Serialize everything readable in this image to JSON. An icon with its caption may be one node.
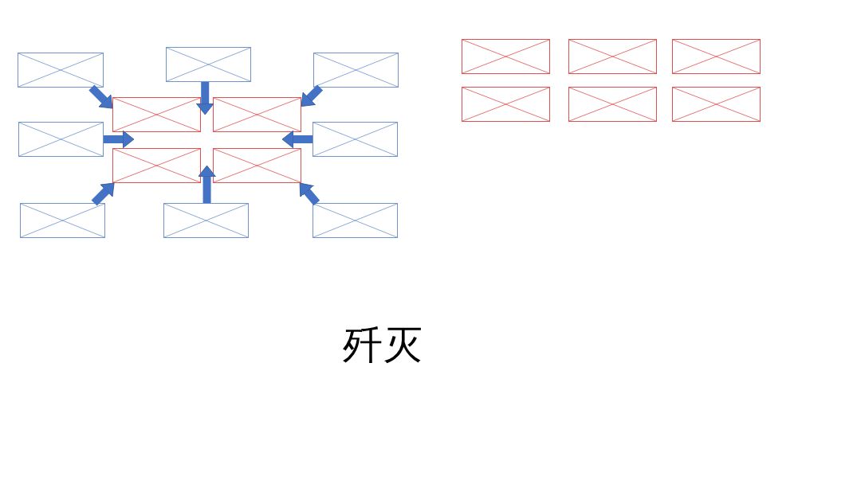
{
  "diagram": {
    "nodes": [
      {
        "text": [],
        "shape": "box"
      },
      {
        "text": [],
        "shape": "box"
      },
      {
        "text": [],
        "shape": "box"
      },
      {
        "text": [],
        "shape": "box"
      },
      {
        "text": [],
        "shape": "box"
      },
      {
        "text": [],
        "shape": "box"
      },
      {
        "text": [],
        "shape": "box"
      },
      {
        "text": [],
        "shape": "box"
      },
      {
        "text": [],
        "shape": "box"
      },
      {
        "text": [],
        "shape": "box"
      },
      {
        "text": [],
        "shape": "box"
      },
      {
        "text": [],
        "shape": "box"
      },
      {
        "text": [],
        "shape": "box"
      },
      {
        "text": [],
        "shape": "box"
      },
      {
        "text": [],
        "shape": "box"
      },
      {
        "text": [],
        "shape": "box"
      },
      {
        "text": [],
        "shape": "box"
      },
      {
        "text": [],
        "shape": "box"
      }
    ],
    "edges": [
      {
        "from": 0,
        "to": 8,
        "arrow": "to"
      },
      {
        "from": 1,
        "to": 8,
        "arrow": "to"
      },
      {
        "from": 2,
        "to": 9,
        "arrow": "to"
      },
      {
        "from": 3,
        "to": 8,
        "arrow": "to"
      },
      {
        "from": 4,
        "to": 9,
        "arrow": "to"
      },
      {
        "from": 5,
        "to": 10,
        "arrow": "to"
      },
      {
        "from": 6,
        "to": 10,
        "arrow": "to"
      },
      {
        "from": 7,
        "to": 11,
        "arrow": "to"
      }
    ],
    "labels": [
      "歼灭"
    ]
  }
}
